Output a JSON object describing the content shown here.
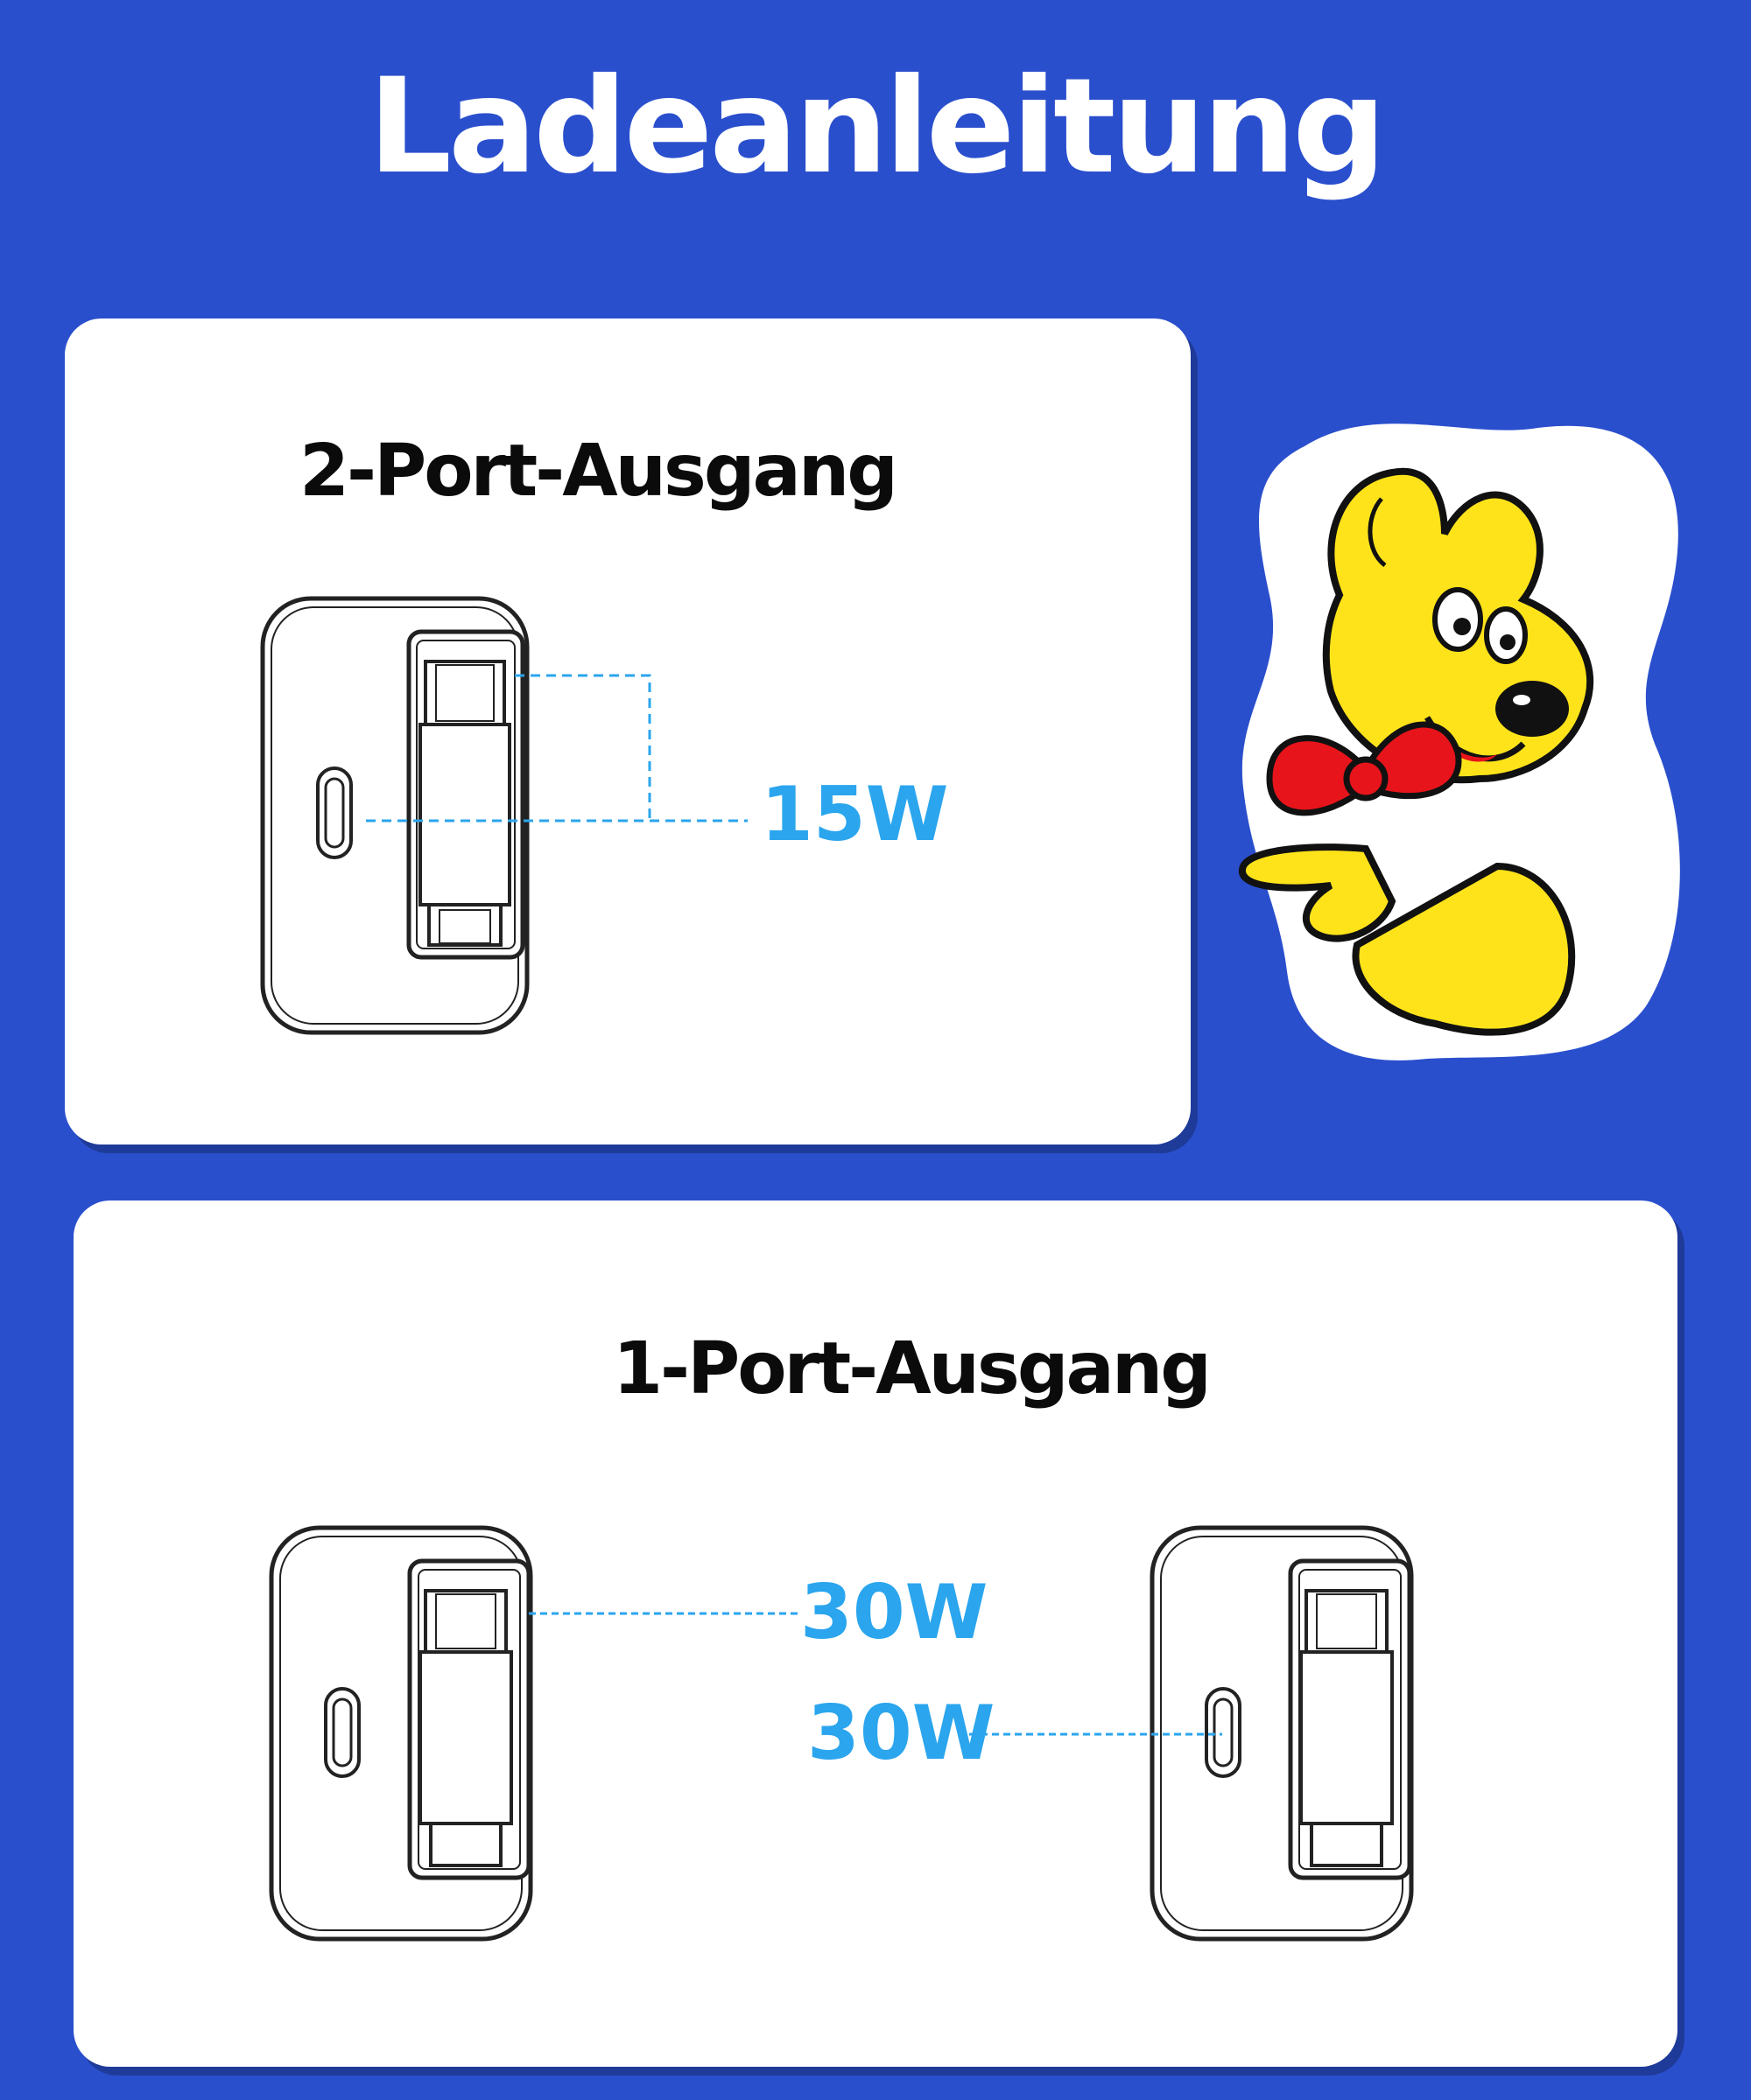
{
  "title": "Ladeanleitung",
  "sections": [
    {
      "heading": "2-Port-Ausgang",
      "labels": [
        "15W"
      ]
    },
    {
      "heading": "1-Port-Ausgang",
      "labels": [
        "30W",
        "30W"
      ]
    }
  ],
  "colors": {
    "background": "#2a4fcd",
    "card": "#ffffff",
    "heading": "#0b0b0b",
    "wattage": "#2aa5ee",
    "mascot_body": "#ffe31a",
    "mascot_bow": "#e8141b"
  },
  "icons": [
    "charger-illustration",
    "usb-c-port-icon",
    "gummy-bear-mascot"
  ]
}
